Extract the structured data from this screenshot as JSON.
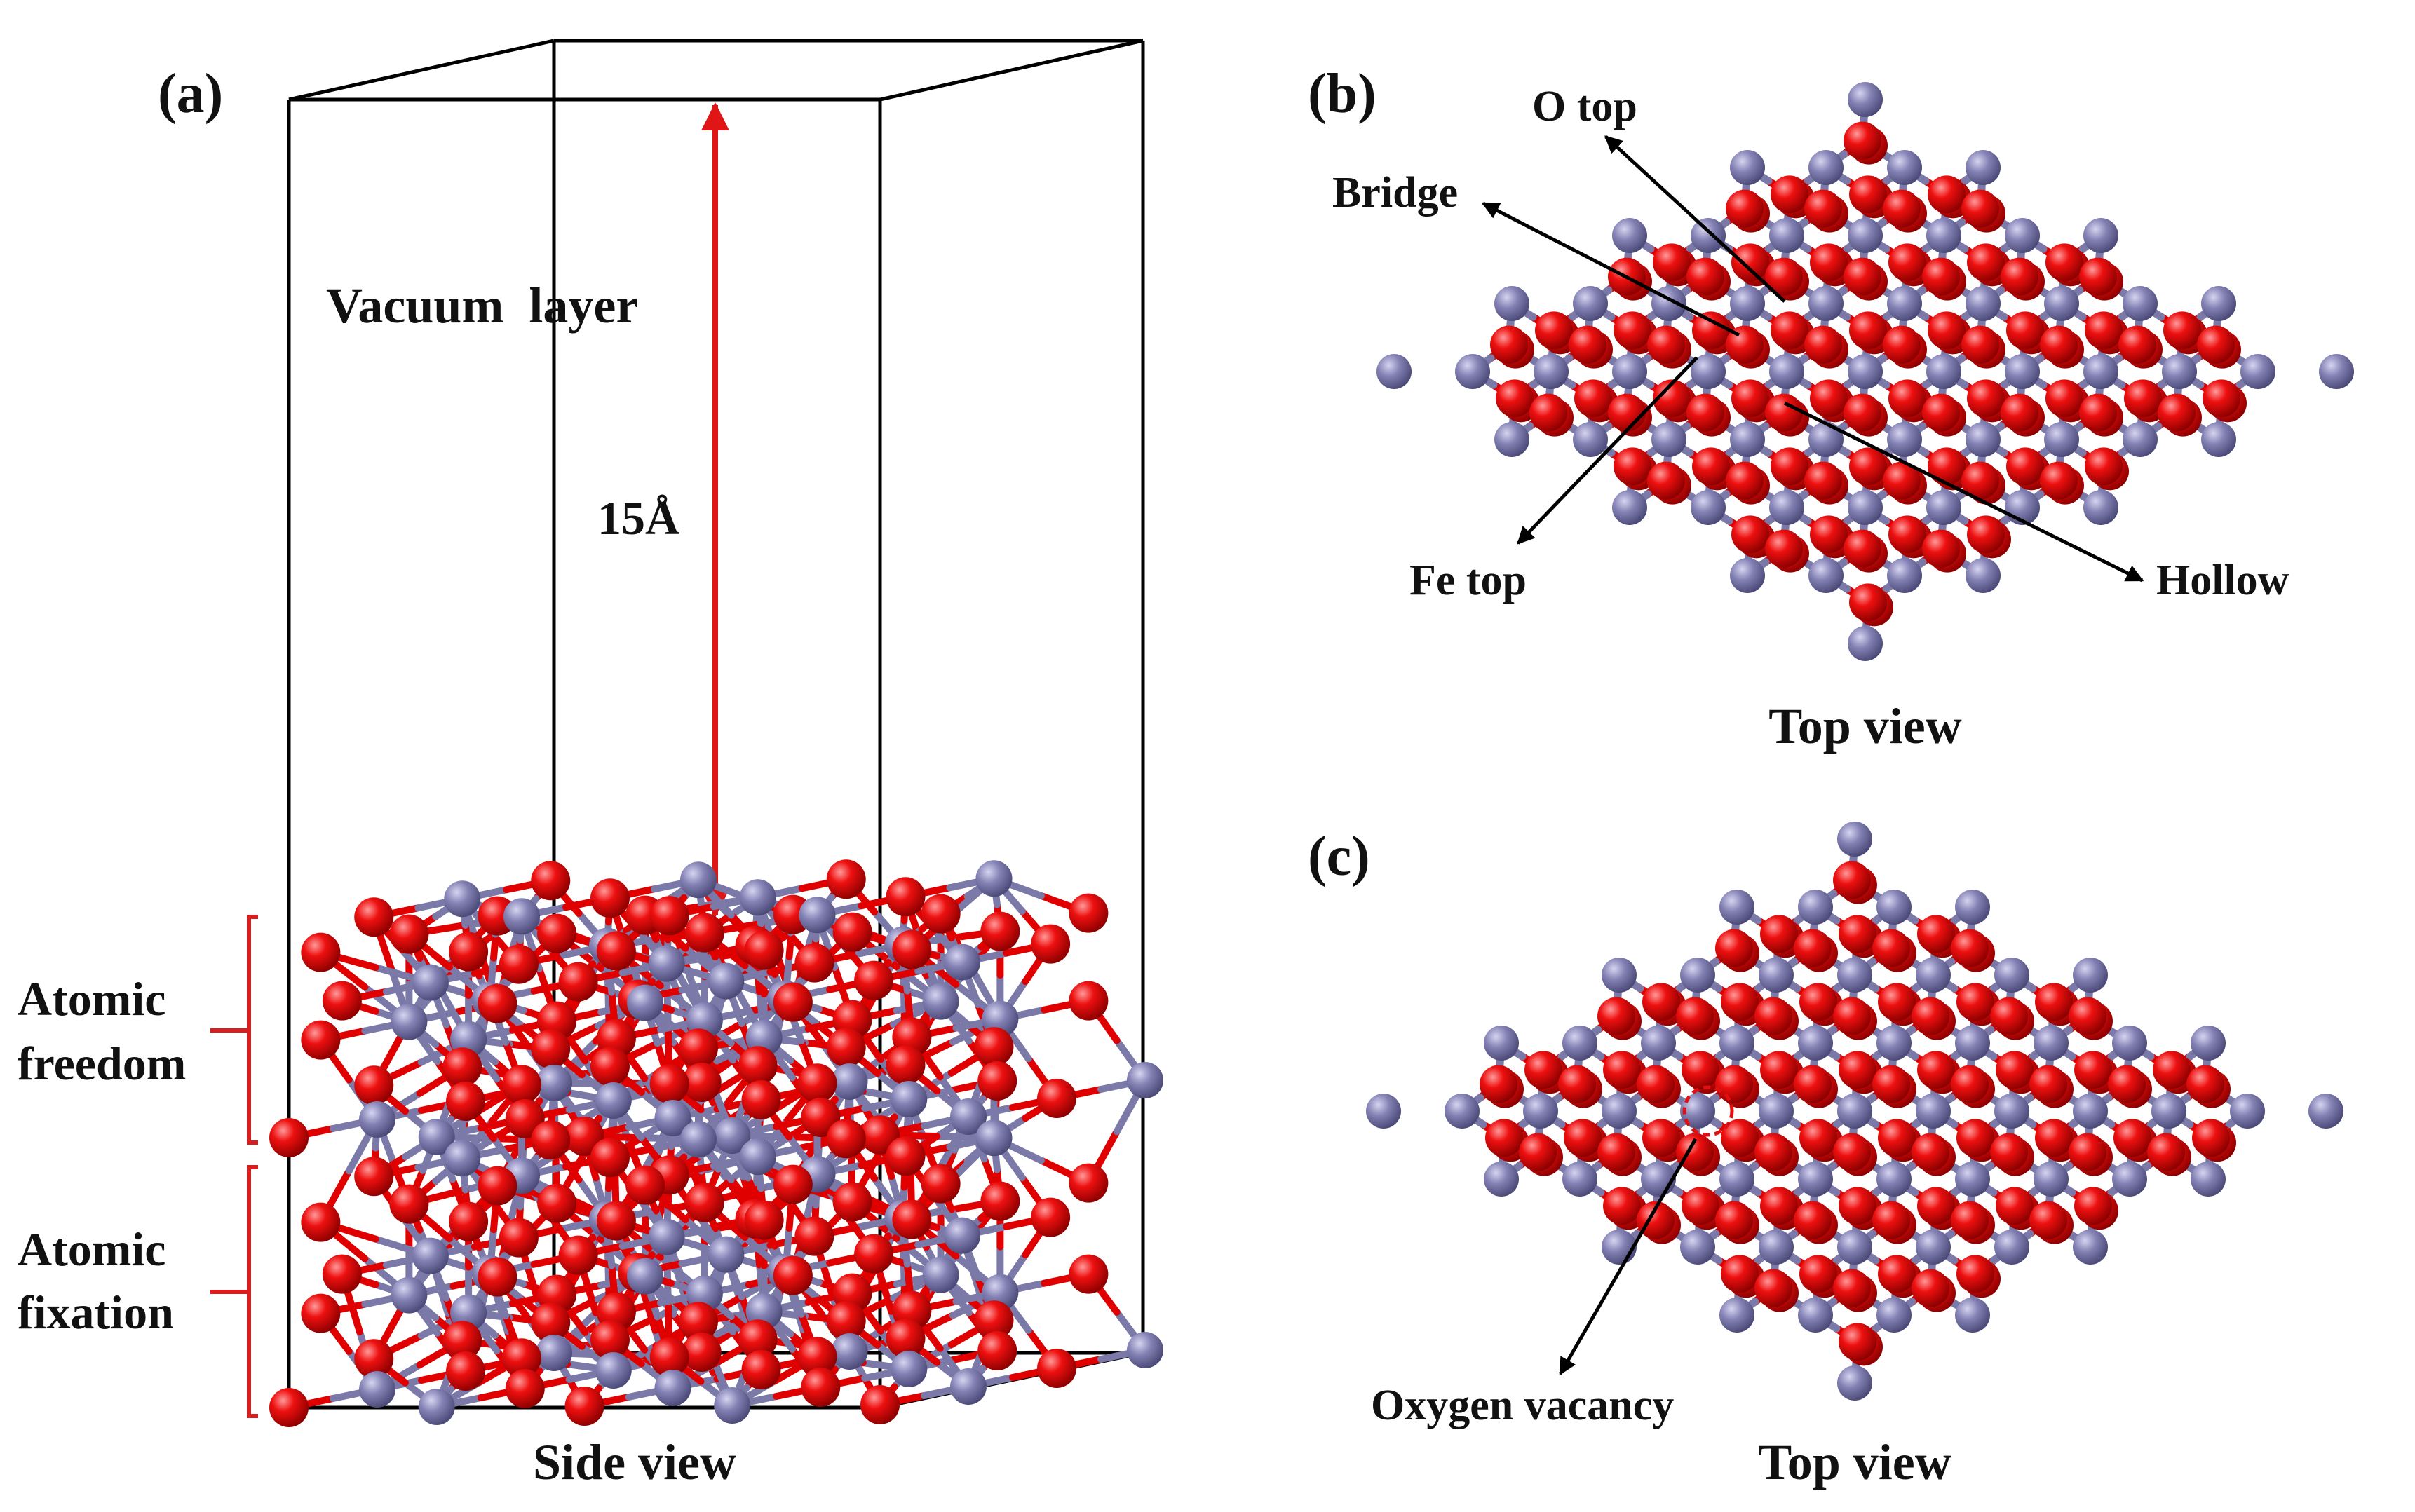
{
  "panels": {
    "a": {
      "label": "(a)",
      "vacuum_label": "Vacuum  layer",
      "distance_label": "15Å",
      "freedom_label": [
        "Atomic",
        "freedom"
      ],
      "fixation_label": [
        "Atomic",
        "fixation"
      ],
      "caption": "Side view"
    },
    "b": {
      "label": "(b)",
      "sites": {
        "o_top": "O top",
        "bridge": "Bridge",
        "fe_top": "Fe top",
        "hollow": "Hollow"
      },
      "caption": "Top view"
    },
    "c": {
      "label": "(c)",
      "vacancy_label": "Oxygen vacancy",
      "caption": "Top view"
    }
  },
  "colors": {
    "fe_atom": "#7b79a8",
    "o_atom": "#e00000",
    "bracket": "#d81e1e",
    "arrow_15A": "#e01515",
    "frame": "#000000"
  }
}
